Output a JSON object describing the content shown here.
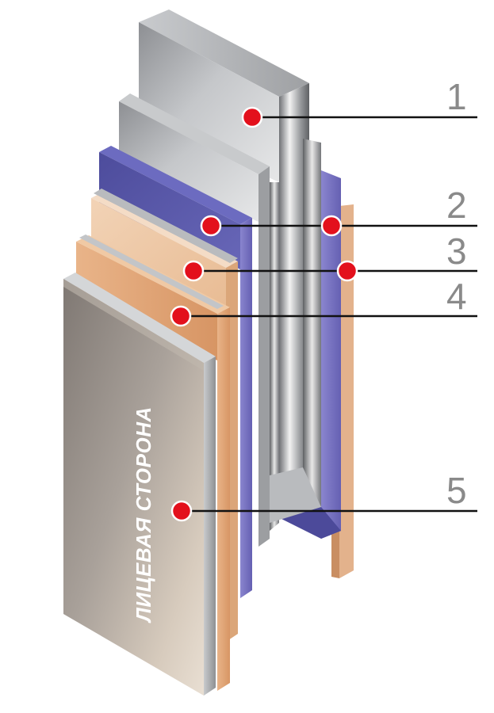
{
  "face_label": "ЛИЦЕВАЯ СТОРОНА",
  "callouts": [
    {
      "number": "1"
    },
    {
      "number": "2"
    },
    {
      "number": "3"
    },
    {
      "number": "4"
    },
    {
      "number": "5"
    }
  ],
  "colors": {
    "steel_light": "#d2d4d6",
    "steel_mid": "#a9abae",
    "steel_dark": "#8c8e91",
    "purple_layer": "#5b5aa8",
    "purple_side": "#7b76c4",
    "peach_layer": "#efc9a6",
    "orange_layer": "#e5aa7c",
    "front_panel": "#a69f98",
    "marker_red": "#e3101c",
    "leader_line": "#111111",
    "number_gray": "#8a8a8a"
  }
}
